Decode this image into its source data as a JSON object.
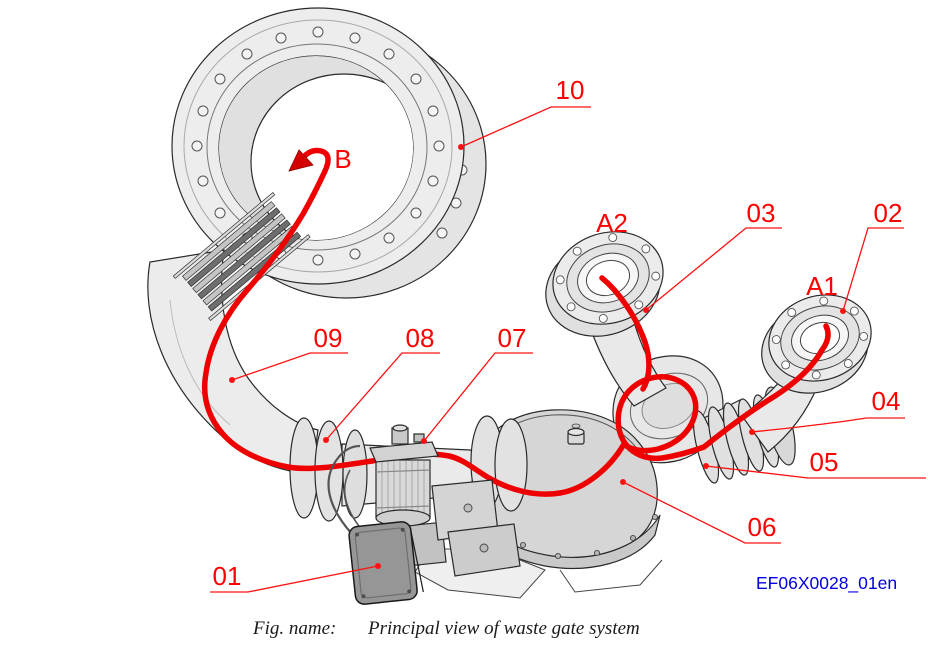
{
  "figure": {
    "caption_label": "Fig. name:",
    "caption_text": "Principal view of waste gate system",
    "drawing_id": "EF06X0028_01en"
  },
  "callouts": {
    "b": "B",
    "a1": "A1",
    "a2": "A2",
    "c01": "01",
    "c02": "02",
    "c03": "03",
    "c04": "04",
    "c05": "05",
    "c06": "06",
    "c07": "07",
    "c08": "08",
    "c09": "09",
    "c10": "10"
  },
  "colors": {
    "callout_red": "#ff0000",
    "flow_line_red": "#ee0000",
    "drawing_id_blue": "#0000dd",
    "caption_black": "#1a1a1a",
    "machine_fill": "#ebebeb",
    "valve_body_fill": "#d6d6d6",
    "junction_box_fill": "#969696",
    "machine_outline": "#2a2a2a"
  }
}
